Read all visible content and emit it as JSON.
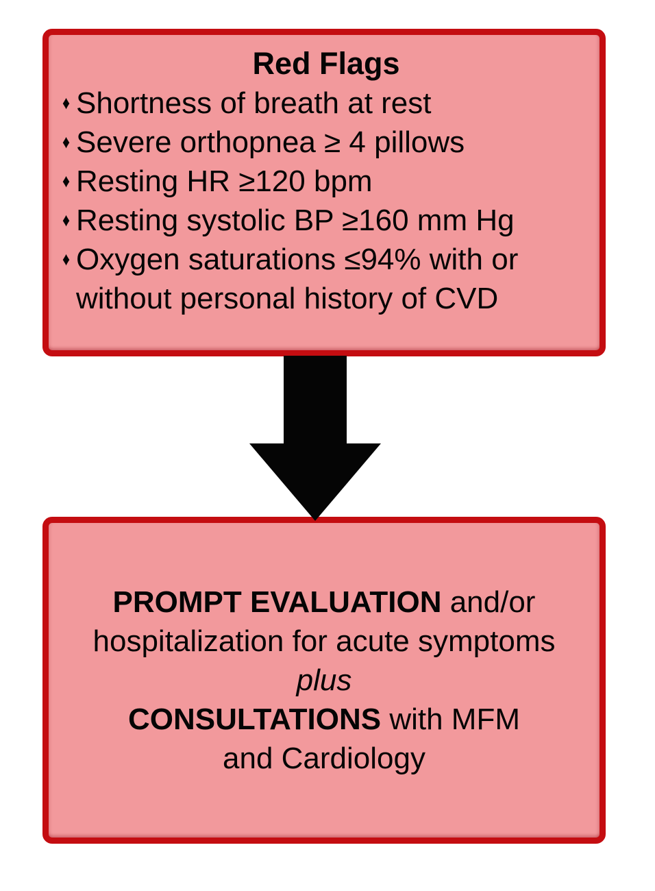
{
  "diagram": {
    "type": "flowchart",
    "colors": {
      "box_fill": "#F2999C",
      "box_border": "#C40D11",
      "arrow": "#050505",
      "text": "#050505",
      "background": "#FFFFFF"
    },
    "top_box": {
      "title": "Red Flags",
      "bullet_glyph": "♦",
      "items": [
        "Shortness of breath at rest",
        "Severe orthopnea ≥ 4 pillows",
        "Resting HR ≥120 bpm",
        "Resting systolic BP ≥160 mm Hg",
        "Oxygen saturations ≤94% with or without personal history of CVD"
      ]
    },
    "connector": {
      "icon": "down-arrow"
    },
    "bottom_box": {
      "line1_bold": "PROMPT EVALUATION",
      "line1_rest": " and/or",
      "line2": "hospitalization for acute symptoms",
      "line3_italic": "plus",
      "line4_bold": "CONSULTATIONS",
      "line4_rest": " with MFM",
      "line5": "and Cardiology"
    }
  }
}
